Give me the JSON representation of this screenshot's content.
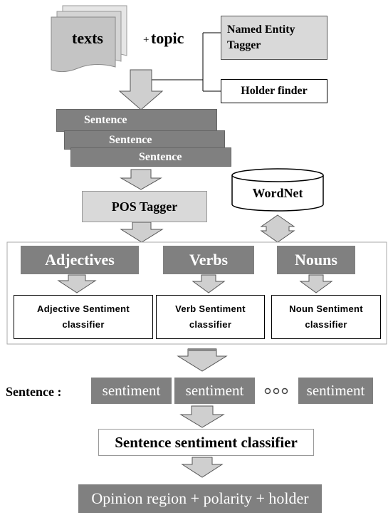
{
  "inputs": {
    "texts_label": "texts",
    "plus": "+",
    "topic_label": "topic"
  },
  "modules": {
    "ner": {
      "line1": "Named Entity",
      "line2": "Tagger"
    },
    "holder": "Holder finder",
    "sentences": [
      "Sentence",
      "Sentence",
      "Sentence"
    ],
    "pos_tagger": "POS Tagger",
    "wordnet": "WordNet"
  },
  "word_classes": {
    "adjectives": "Adjectives",
    "verbs": "Verbs",
    "nouns": "Nouns"
  },
  "classifiers": {
    "adjective": {
      "line1": "Adjective Sentiment",
      "line2": "classifier"
    },
    "verb": {
      "line1": "Verb Sentiment",
      "line2": "classifier"
    },
    "noun": {
      "line1": "Noun Sentiment",
      "line2": "classifier"
    }
  },
  "sentence_row": {
    "label": "Sentence :",
    "sentiments": [
      "sentiment",
      "sentiment",
      "sentiment"
    ],
    "ellipsis": "•••"
  },
  "sentence_classifier": "Sentence sentiment classifier",
  "output": "Opinion region + polarity + holder",
  "colors": {
    "dark_gray": "#808080",
    "light_gray": "#d9d9d9",
    "arrow_fill": "#cfcfcf",
    "line": "#000000"
  }
}
